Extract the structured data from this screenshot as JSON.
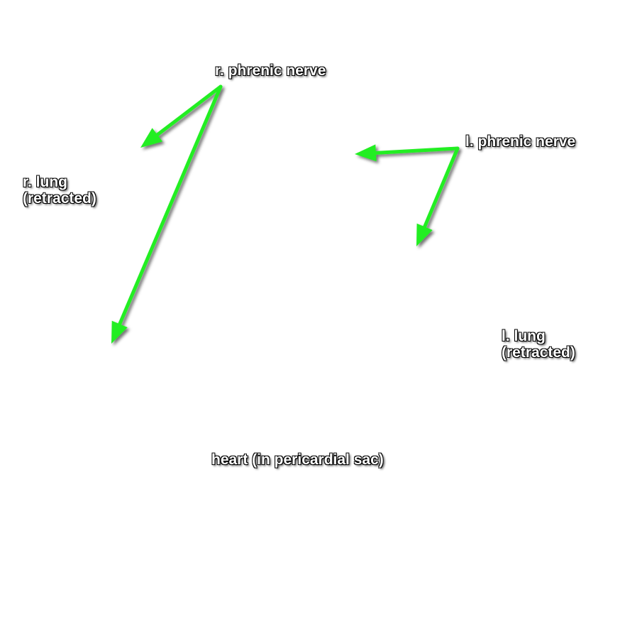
{
  "labels": {
    "r_phrenic_nerve": "r. phrenic nerve",
    "l_phrenic_nerve": "l. phrenic nerve",
    "r_lung_line1": "r. lung",
    "r_lung_line2": "(retracted)",
    "l_lung_line1": "l. lung",
    "l_lung_line2": "(retracted)",
    "heart": "heart (in pericardial sac)"
  },
  "colors": {
    "background": "#ffffff",
    "arrow": "#22ee22",
    "label_text": "#ffffff",
    "label_outline": "#000000"
  }
}
